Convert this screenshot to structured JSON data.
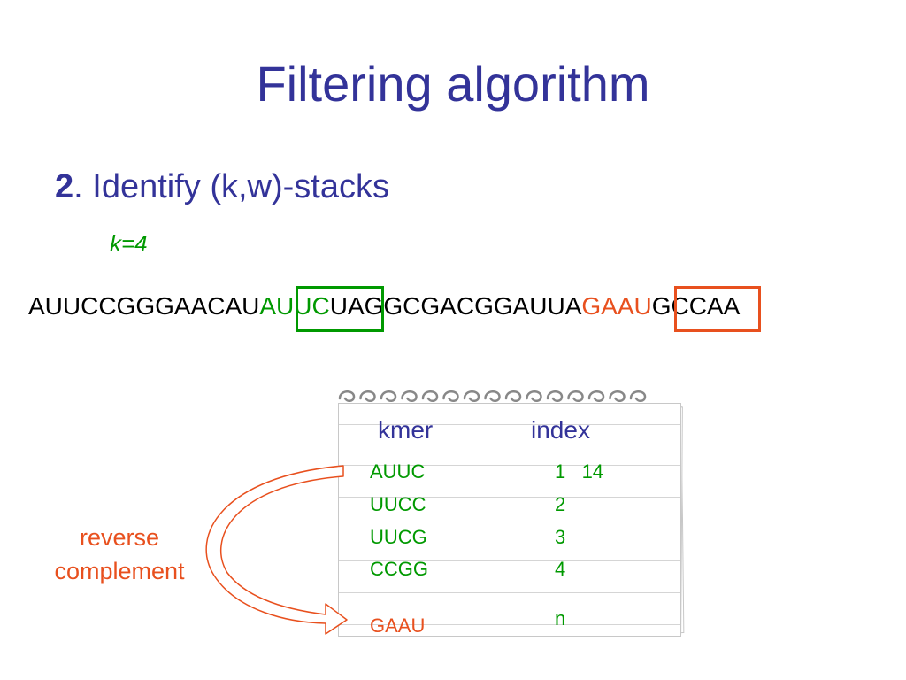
{
  "title": "Filtering algorithm",
  "step": {
    "number": "2",
    "text": ". Identify (k,w)-stacks"
  },
  "k_param": "k=4",
  "sequence": {
    "part1": "AUUCCGGGAACAU",
    "hl_green": "AUUC",
    "part2": "UAGGCGACGGAUUA",
    "hl_red": "GAAU",
    "part3": "GCCAA"
  },
  "colors": {
    "title": "#333399",
    "green": "#009900",
    "red": "#e8501e"
  },
  "table": {
    "headers": {
      "kmer": "kmer",
      "index": "index"
    },
    "rows": [
      {
        "kmer": "AUUC",
        "index": "1   14"
      },
      {
        "kmer": "UUCC",
        "index": "2"
      },
      {
        "kmer": "UUCG",
        "index": "3"
      },
      {
        "kmer": "CCGG",
        "index": "4"
      },
      {
        "kmer": "GAAU",
        "index": "n"
      }
    ]
  },
  "label": {
    "line1": "reverse",
    "line2": "complement"
  },
  "icons": {
    "notepad": "spiral-notepad-icon",
    "arrow": "curved-arrow-icon"
  }
}
